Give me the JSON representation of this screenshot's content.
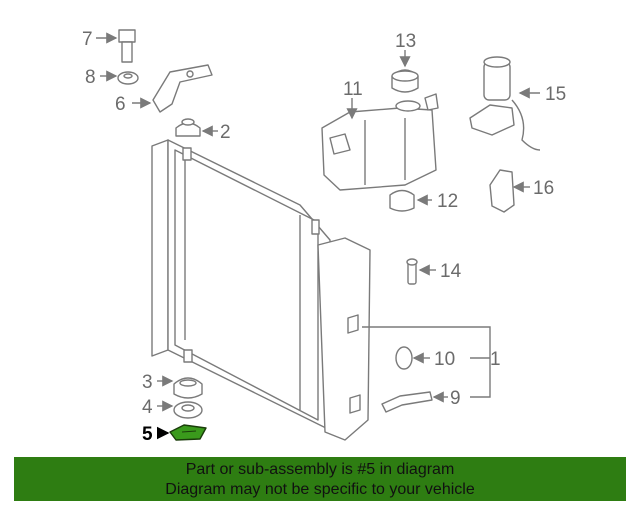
{
  "callouts": {
    "c1": "1",
    "c2": "2",
    "c3": "3",
    "c4": "4",
    "c5": "5",
    "c6": "6",
    "c7": "7",
    "c8": "8",
    "c9": "9",
    "c10": "10",
    "c11": "11",
    "c12": "12",
    "c13": "13",
    "c14": "14",
    "c15": "15",
    "c16": "16"
  },
  "highlight": {
    "part_number": "5",
    "color": "#2e7d12"
  },
  "banner": {
    "line1": "Part or sub-assembly is #5 in diagram",
    "line2": "Diagram may not be specific to your vehicle",
    "background": "#2e7d12"
  }
}
